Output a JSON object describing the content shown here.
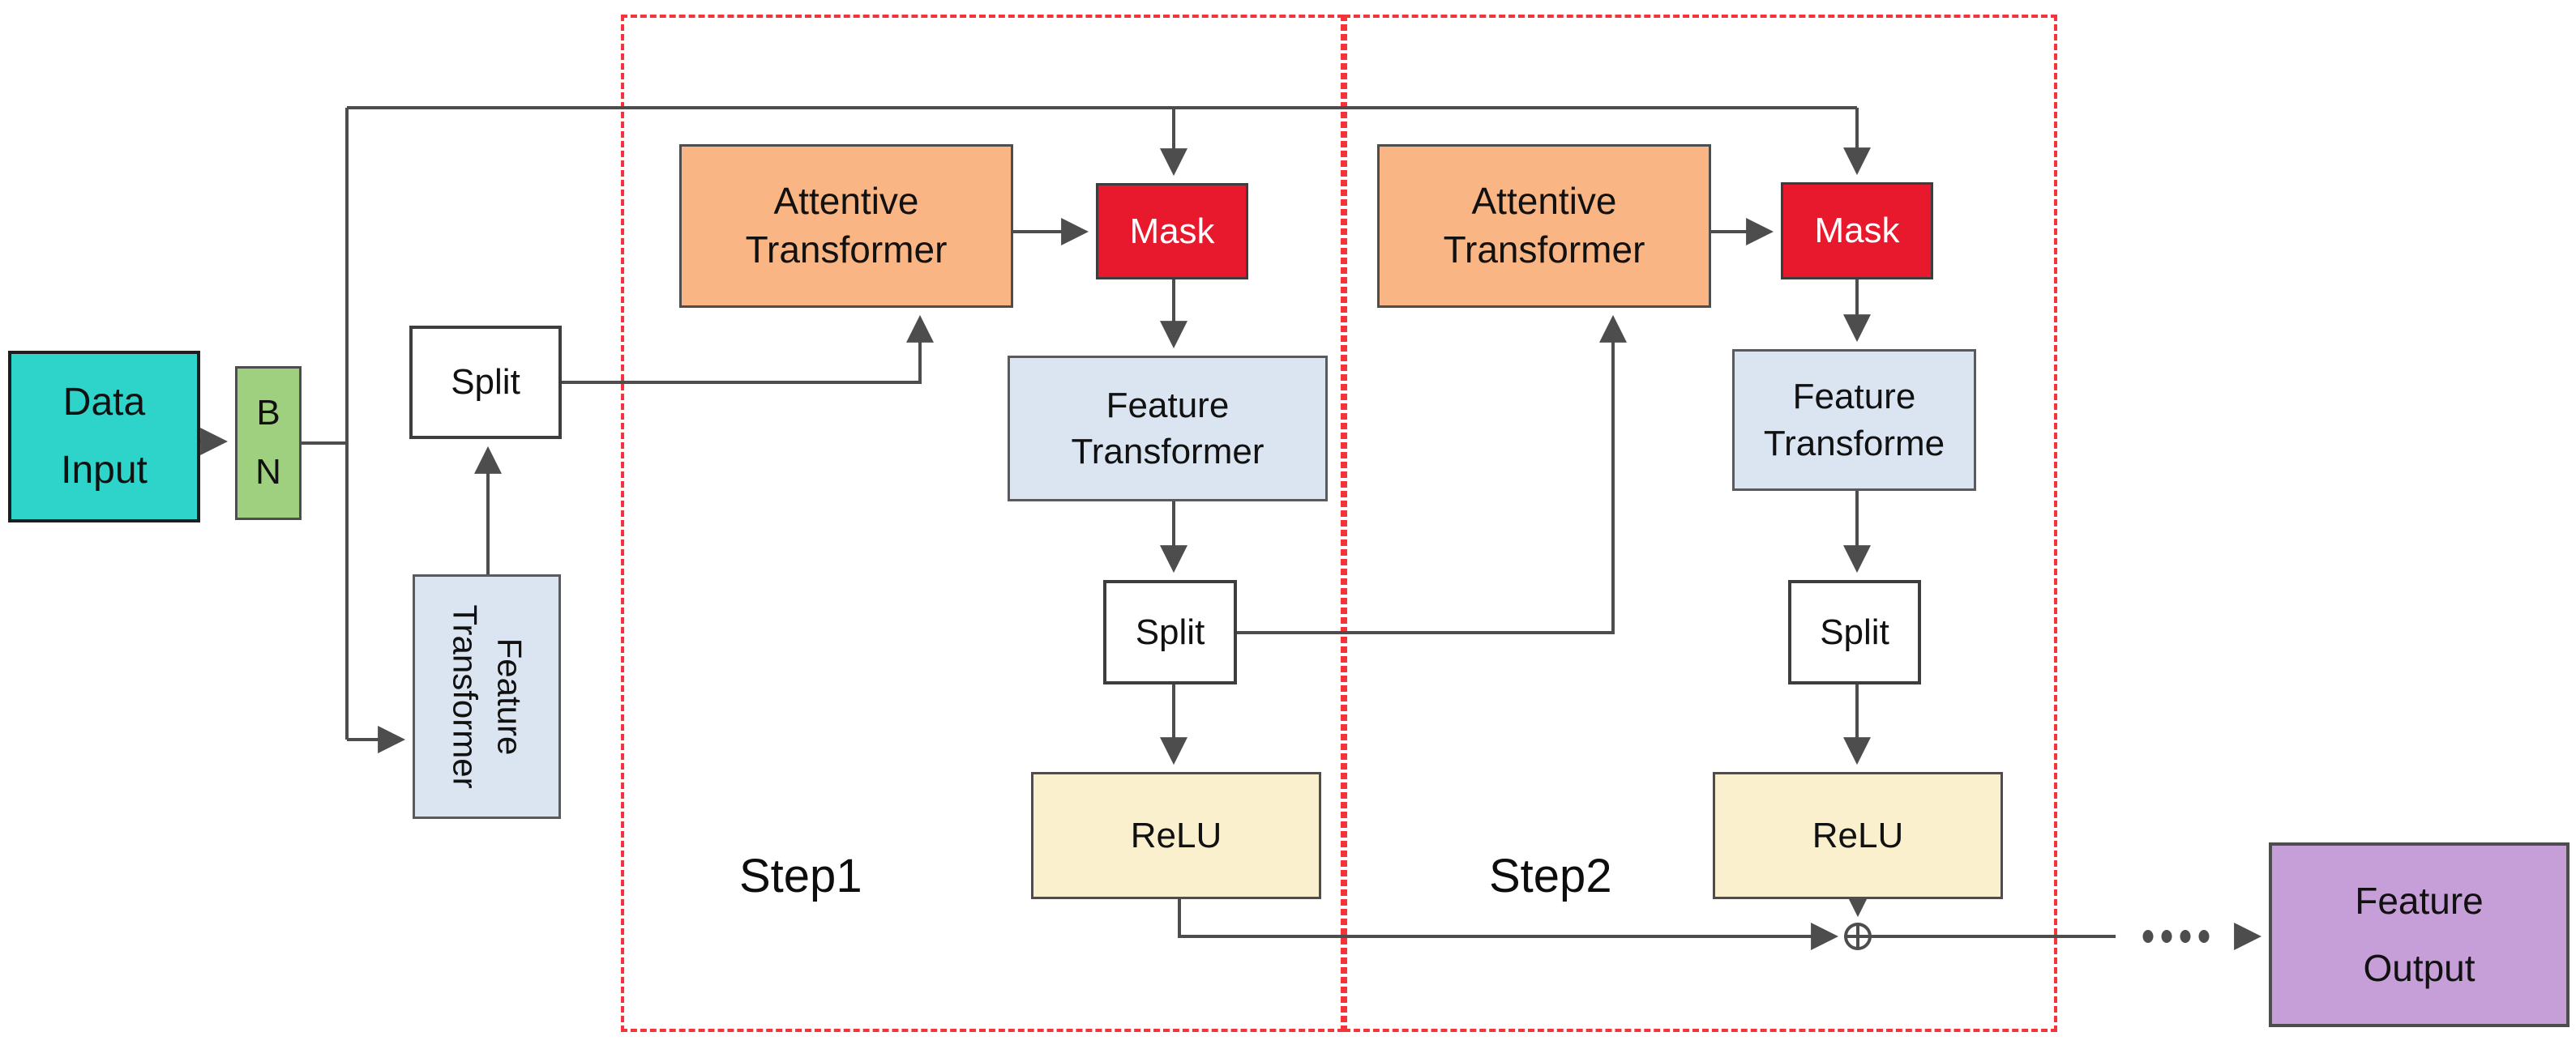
{
  "diagram": {
    "background": "#ffffff",
    "colors": {
      "connector_line": "#4d4d4d",
      "step_border_red": "#f5333b",
      "data_input_fill": "#2ed3c9",
      "bn_fill": "#9fd07f",
      "attentive_transformer_fill": "#f9b583",
      "mask_fill": "#e8192c",
      "feature_transformer_fill": "#dbe5f1",
      "split_fill": "#ffffff",
      "relu_fill": "#faf0ce",
      "feature_output_fill": "#c79fd8"
    },
    "nodes": {
      "data_input": {
        "line1": "Data",
        "line2": "Input"
      },
      "bn": {
        "line1": "B",
        "line2": "N"
      },
      "split0": {
        "label": "Split"
      },
      "ft0": {
        "line1": "Feature",
        "line2": "Transformer"
      },
      "att1": {
        "line1": "Attentive",
        "line2": "Transformer"
      },
      "mask1": {
        "label": "Mask"
      },
      "ft1": {
        "line1": "Feature",
        "line2": "Transformer"
      },
      "split1": {
        "label": "Split"
      },
      "relu1": {
        "label": "ReLU"
      },
      "att2": {
        "line1": "Attentive",
        "line2": "Transformer"
      },
      "mask2": {
        "label": "Mask"
      },
      "ft2": {
        "line1": "Feature",
        "line2": "Transforme"
      },
      "split2": {
        "label": "Split"
      },
      "relu2": {
        "label": "ReLU"
      },
      "output": {
        "line1": "Feature",
        "line2": "Output"
      }
    },
    "steps": {
      "step1": {
        "label": "Step1"
      },
      "step2": {
        "label": "Step2"
      }
    },
    "symbols": {
      "sum_junction": "circled-plus",
      "ellipsis_dot_count": 4
    }
  }
}
